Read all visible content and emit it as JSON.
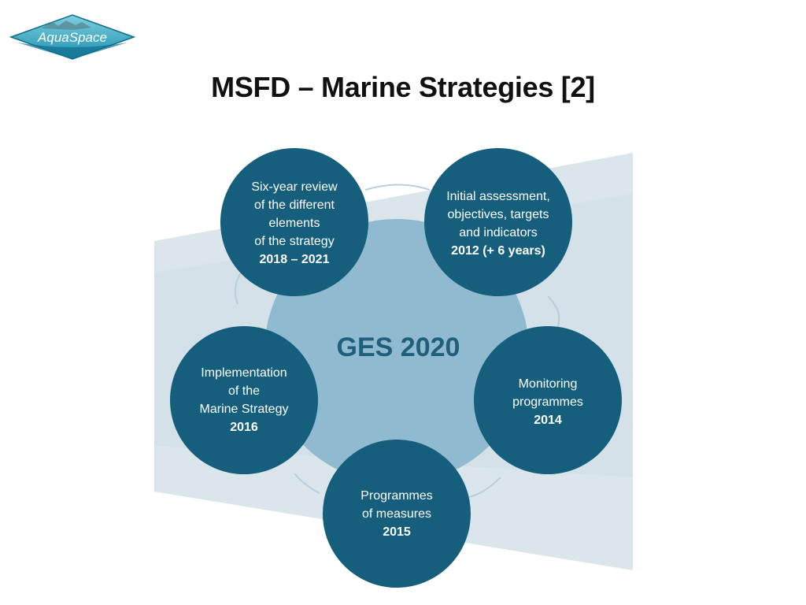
{
  "logo": {
    "text": "AquaSpace"
  },
  "title": "MSFD – Marine Strategies [2]",
  "diagram": {
    "center": "GES 2020",
    "nodes": [
      {
        "lines": [
          "Six-year review",
          "of the different",
          "elements",
          "of the strategy"
        ],
        "year": "2018 – 2021"
      },
      {
        "lines": [
          "Initial assessment,",
          "objectives, targets",
          "and indicators"
        ],
        "year": "2012 (+ 6 years)"
      },
      {
        "lines": [
          "Monitoring",
          "programmes"
        ],
        "year": "2014"
      },
      {
        "lines": [
          "Programmes",
          "of measures"
        ],
        "year": "2015"
      },
      {
        "lines": [
          "Implementation",
          "of the",
          "Marine Strategy"
        ],
        "year": "2016"
      }
    ]
  },
  "colors": {
    "node": "#155e7c",
    "center": "#8fbad0",
    "band": "#dbe6ec",
    "band_dark": "#c9d9e2"
  }
}
